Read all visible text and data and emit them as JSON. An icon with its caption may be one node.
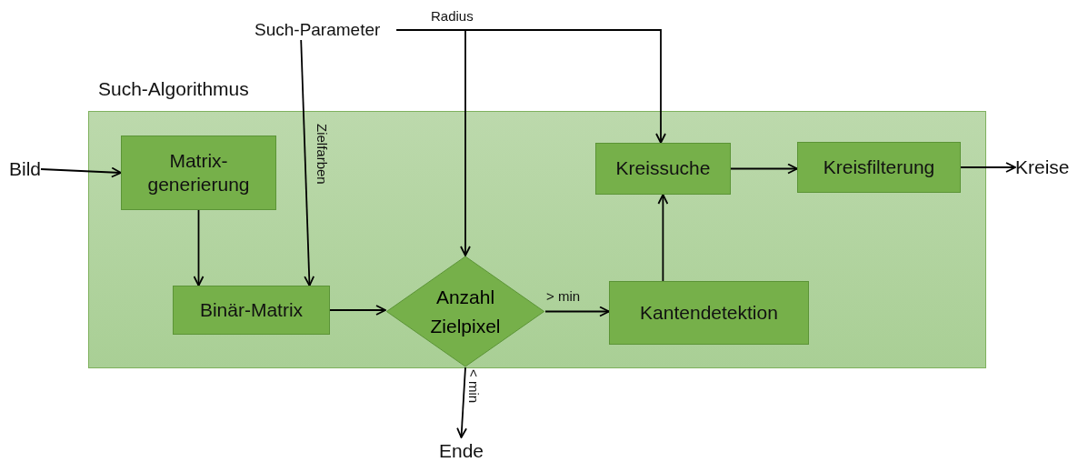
{
  "diagram": {
    "nodes": [
      {
        "text": [
          "Such-Algorithmus"
        ]
      },
      {
        "text": [
          "Bild"
        ]
      },
      {
        "text": [
          "Matrix-generierung"
        ],
        "in": 0
      },
      {
        "text": [
          "Binär-Matrix"
        ],
        "in": 0
      },
      {
        "text": [
          "Anzahl Zielpixel"
        ],
        "in": 0
      },
      {
        "text": [
          "Kantendetektion"
        ],
        "in": 0
      },
      {
        "text": [
          "Kreissuche"
        ],
        "in": 0
      },
      {
        "text": [
          "Kreisfilterung"
        ],
        "in": 0
      },
      {
        "text": [
          "Kreise"
        ]
      },
      {
        "text": [
          "Such-Parameter"
        ]
      },
      {
        "text": [
          "Ende"
        ]
      }
    ],
    "edges": [
      {
        "from": 1,
        "to": 2,
        "arrow": "to"
      },
      {
        "from": 2,
        "to": 3,
        "arrow": "to"
      },
      {
        "from": 9,
        "to": 3,
        "arrow": "to",
        "label": "Zielfarben"
      },
      {
        "from": 3,
        "to": 4,
        "arrow": "to"
      },
      {
        "from": 9,
        "to": 4,
        "arrow": "to"
      },
      {
        "from": 9,
        "to": 6,
        "arrow": "to",
        "label": "Radius"
      },
      {
        "from": 4,
        "to": 5,
        "arrow": "to",
        "label": "> min"
      },
      {
        "from": 4,
        "to": 10,
        "arrow": "to",
        "label": "< min"
      },
      {
        "from": 5,
        "to": 6,
        "arrow": "to"
      },
      {
        "from": 6,
        "to": 7,
        "arrow": "to"
      },
      {
        "from": 7,
        "to": 8,
        "arrow": "to"
      }
    ]
  }
}
